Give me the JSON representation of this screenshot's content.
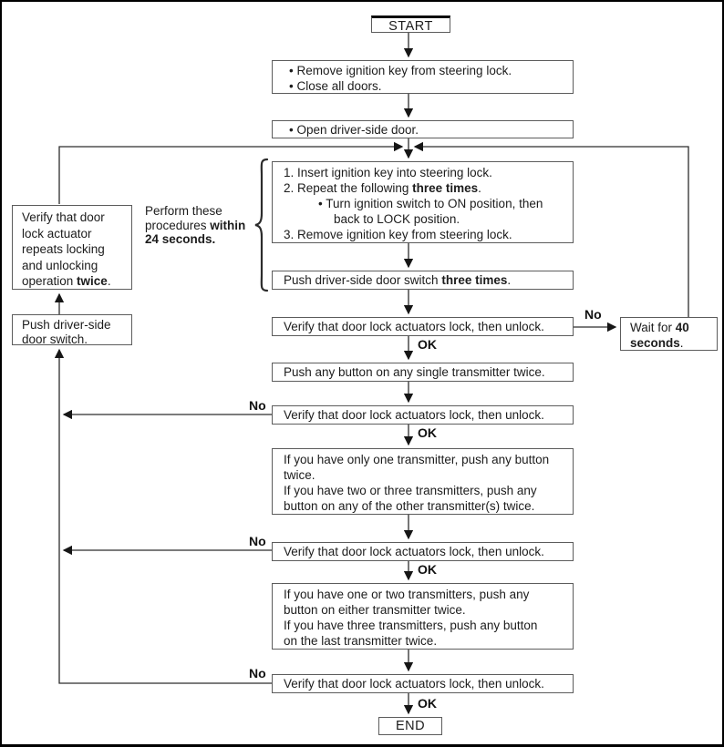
{
  "labels": {
    "no": "No",
    "ok": "OK"
  },
  "nodes": {
    "start": {
      "label": "START"
    },
    "prepare": {
      "lines": [
        {
          "ind": 0,
          "seg": [
            [
              "• Remove ignition key from steering lock.",
              0
            ]
          ]
        },
        {
          "ind": 0,
          "seg": [
            [
              "• Close all doors.",
              0
            ]
          ]
        }
      ]
    },
    "open_door": {
      "lines": [
        {
          "ind": 0,
          "seg": [
            [
              "• Open driver-side door.",
              0
            ]
          ]
        }
      ]
    },
    "key_sequence": {
      "lines": [
        {
          "ind": 0,
          "seg": [
            [
              "1. Insert ignition key into steering lock.",
              0
            ]
          ]
        },
        {
          "ind": 0,
          "seg": [
            [
              "2. Repeat the following ",
              0
            ],
            [
              "three times",
              1
            ],
            [
              ".",
              0
            ]
          ]
        },
        {
          "ind": 2,
          "seg": [
            [
              "• Turn ignition switch to ON position, then",
              0
            ]
          ]
        },
        {
          "ind": 3,
          "seg": [
            [
              "back to LOCK position.",
              0
            ]
          ]
        },
        {
          "ind": 0,
          "seg": [
            [
              "3. Remove ignition key from steering lock.",
              0
            ]
          ]
        }
      ]
    },
    "door_switch_3x": {
      "lines": [
        {
          "ind": 0,
          "seg": [
            [
              "Push driver-side door switch ",
              0
            ],
            [
              "three times",
              1
            ],
            [
              ".",
              0
            ]
          ]
        }
      ]
    },
    "verify_unlock": {
      "label": "Verify that door lock actuators lock, then unlock."
    },
    "push_single": {
      "label": "Push any button on any single transmitter twice."
    },
    "second_transmitter": {
      "lines": [
        {
          "ind": 0,
          "seg": [
            [
              "If you have only one transmitter, push any button",
              0
            ]
          ]
        },
        {
          "ind": 0,
          "seg": [
            [
              "twice.",
              0
            ]
          ]
        },
        {
          "ind": 0,
          "seg": [
            [
              "If you have two or three transmitters, push any",
              0
            ]
          ]
        },
        {
          "ind": 0,
          "seg": [
            [
              "button on any of the other transmitter(s) twice.",
              0
            ]
          ]
        }
      ]
    },
    "third_transmitter": {
      "lines": [
        {
          "ind": 0,
          "seg": [
            [
              "If you have one or two transmitters, push any",
              0
            ]
          ]
        },
        {
          "ind": 0,
          "seg": [
            [
              "button on either transmitter twice.",
              0
            ]
          ]
        },
        {
          "ind": 0,
          "seg": [
            [
              "If you have three transmitters, push any button",
              0
            ]
          ]
        },
        {
          "ind": 0,
          "seg": [
            [
              "on the last transmitter twice.",
              0
            ]
          ]
        }
      ]
    },
    "end": {
      "label": "END"
    },
    "repeat_verify": {
      "lines": [
        {
          "ind": 0,
          "seg": [
            [
              "Verify that door",
              0
            ]
          ]
        },
        {
          "ind": 0,
          "seg": [
            [
              "lock actuator",
              0
            ]
          ]
        },
        {
          "ind": 0,
          "seg": [
            [
              "repeats locking",
              0
            ]
          ]
        },
        {
          "ind": 0,
          "seg": [
            [
              "and unlocking",
              0
            ]
          ]
        },
        {
          "ind": 0,
          "seg": [
            [
              "operation ",
              0
            ],
            [
              "twice",
              1
            ],
            [
              ".",
              0
            ]
          ]
        }
      ]
    },
    "door_switch": {
      "lines": [
        {
          "ind": 0,
          "seg": [
            [
              "Push driver-side",
              0
            ]
          ]
        },
        {
          "ind": 0,
          "seg": [
            [
              "door switch.",
              0
            ]
          ]
        }
      ]
    },
    "wait_40": {
      "lines": [
        {
          "ind": 0,
          "seg": [
            [
              "Wait for ",
              0
            ],
            [
              "40",
              1
            ]
          ]
        },
        {
          "ind": 0,
          "seg": [
            [
              "seconds",
              1
            ],
            [
              ".",
              0
            ]
          ]
        }
      ]
    },
    "note_24s": {
      "lines": [
        {
          "ind": 0,
          "seg": [
            [
              "Perform these",
              0
            ]
          ]
        },
        {
          "ind": 0,
          "seg": [
            [
              "procedures ",
              0
            ],
            [
              "within",
              1
            ]
          ]
        },
        {
          "ind": 0,
          "seg": [
            [
              "24 seconds.",
              1
            ]
          ]
        }
      ]
    }
  }
}
